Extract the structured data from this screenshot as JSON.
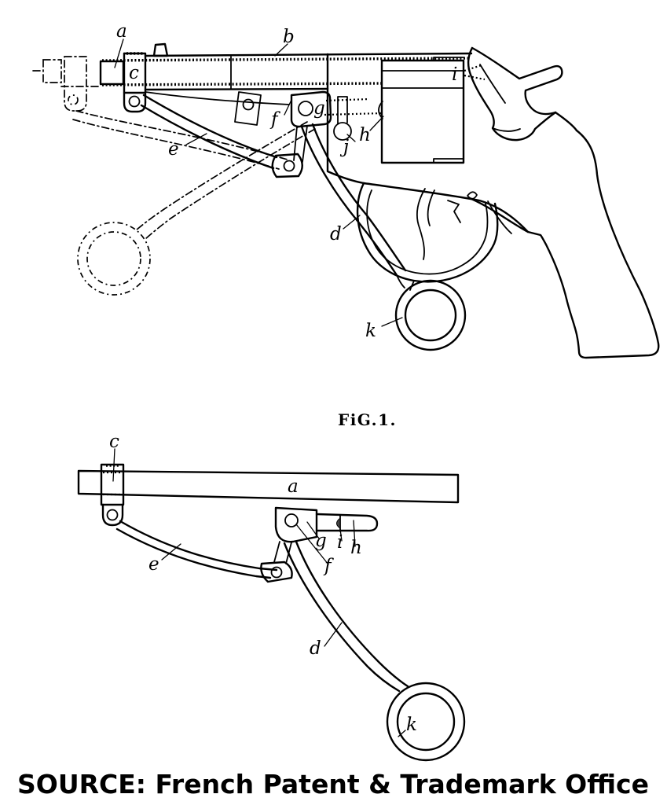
{
  "colors": {
    "ink": "#000000",
    "background": "#ffffff"
  },
  "figure1": {
    "caption": "FiG.1.",
    "labels": {
      "a": "a",
      "b": "b",
      "c": "c",
      "d": "d",
      "e": "e",
      "f": "f",
      "g": "g",
      "h": "h",
      "i": "i",
      "j": "j",
      "k": "k"
    }
  },
  "figure2": {
    "labels": {
      "a": "a",
      "c": "c",
      "d": "d",
      "e": "e",
      "f": "f",
      "g": "g",
      "h": "h",
      "i": "i",
      "k": "k"
    }
  },
  "source_line": "SOURCE: French Patent & Trademark Office"
}
